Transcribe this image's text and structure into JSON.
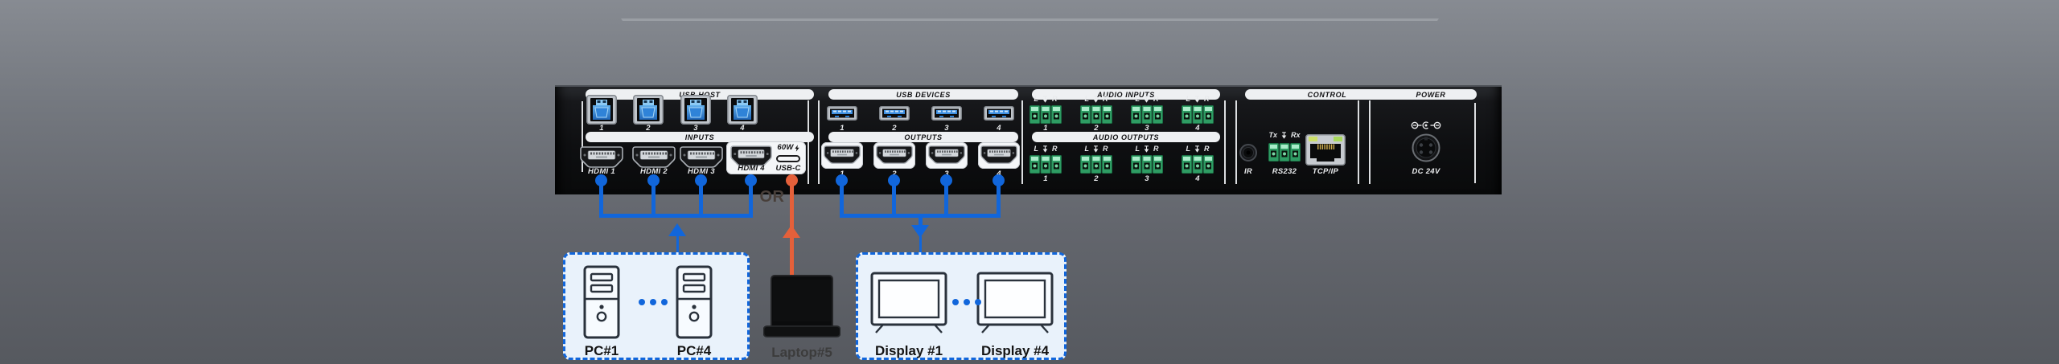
{
  "colors": {
    "background": "#000000",
    "accent_blue": "#1166db",
    "accent_orange": "#e4603a",
    "chassis_gray": "#73777e",
    "panel_black": "#0e0f11",
    "pill_white": "#eef0f2",
    "phoenix_green": "#38a96c",
    "box_blue_bg": "#e9f2fb"
  },
  "device": {
    "usb_host": {
      "title": "USB HOST",
      "ports": [
        "1",
        "2",
        "3",
        "4"
      ]
    },
    "inputs": {
      "title": "INPUTS",
      "hdmi_labels": [
        "HDMI 1",
        "HDMI 2",
        "HDMI 3",
        "HDMI 4"
      ],
      "usbc_label": "USB-C",
      "usbc_power": "60W"
    },
    "usb_devices": {
      "title": "USB DEVICES",
      "ports": [
        "1",
        "2",
        "3",
        "4"
      ]
    },
    "outputs": {
      "title": "OUTPUTS",
      "ports": [
        "1",
        "2",
        "3",
        "4"
      ]
    },
    "audio_inputs": {
      "title": "AUDIO INPUTS",
      "ch_l": "L",
      "ch_r": "R",
      "ports": [
        "1",
        "2",
        "3",
        "4"
      ]
    },
    "audio_outputs": {
      "title": "AUDIO OUTPUTS",
      "ch_l": "L",
      "ch_r": "R",
      "ports": [
        "1",
        "2",
        "3",
        "4"
      ]
    },
    "control": {
      "title": "CONTROL",
      "ir": "IR",
      "tx": "Tx",
      "rx": "Rx",
      "rs232": "RS232",
      "tcpip": "TCP/IP"
    },
    "power": {
      "title": "POWER",
      "dc": "DC 24V"
    }
  },
  "diagram": {
    "or_label": "OR",
    "pc_labels": [
      "PC#1",
      "PC#4"
    ],
    "laptop_label": "Laptop#5",
    "display_labels": [
      "Display #1",
      "Display #4"
    ]
  }
}
